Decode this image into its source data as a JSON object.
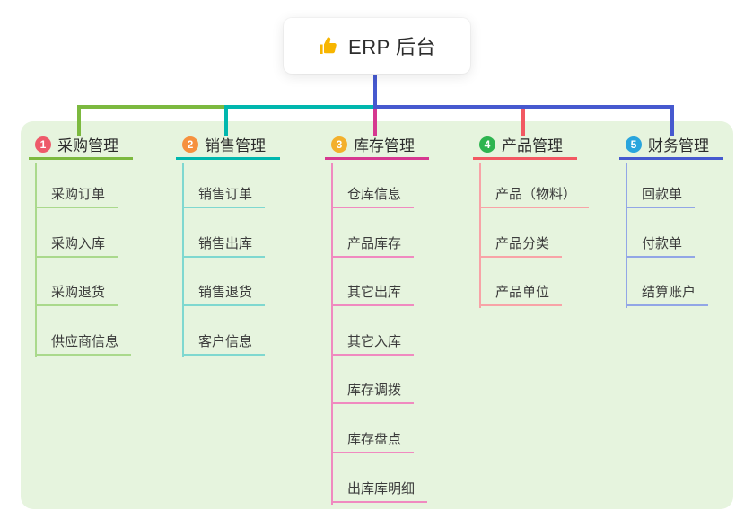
{
  "root_node": {
    "icon": "thumbs-up-icon",
    "icon_color": "#f7b500",
    "label": "ERP 后台"
  },
  "panel": {
    "background": "#e6f4de"
  },
  "connector": {
    "stem_color": "#4659cf",
    "segments": [
      {
        "name": "left-green",
        "color": "#7cb93f"
      },
      {
        "name": "mid-teal",
        "color": "#00b7ae"
      },
      {
        "name": "right-blue",
        "color": "#4659cf"
      }
    ]
  },
  "branches": [
    {
      "number": "1",
      "title": "采购管理",
      "badge_color": "#ee5a6a",
      "line_color": "#7cb93f",
      "child_line_color": "#aad98c",
      "children": [
        "采购订单",
        "采购入库",
        "采购退货",
        "供应商信息"
      ]
    },
    {
      "number": "2",
      "title": "销售管理",
      "badge_color": "#f6913e",
      "line_color": "#00b7ae",
      "child_line_color": "#7fd8d0",
      "children": [
        "销售订单",
        "销售出库",
        "销售退货",
        "客户信息"
      ]
    },
    {
      "number": "3",
      "title": "库存管理",
      "badge_color": "#f3b02c",
      "line_color": "#d63890",
      "child_line_color": "#f08ac0",
      "children": [
        "仓库信息",
        "产品库存",
        "其它出库",
        "其它入库",
        "库存调拨",
        "库存盘点",
        "出库库明细"
      ]
    },
    {
      "number": "4",
      "title": "产品管理",
      "badge_color": "#2eb450",
      "line_color": "#f25862",
      "child_line_color": "#f8a3a7",
      "children": [
        "产品（物料）",
        "产品分类",
        "产品单位"
      ]
    },
    {
      "number": "5",
      "title": "财务管理",
      "badge_color": "#29a5dd",
      "line_color": "#4659cf",
      "child_line_color": "#92a6e6",
      "children": [
        "回款单",
        "付款单",
        "结算账户"
      ]
    }
  ]
}
